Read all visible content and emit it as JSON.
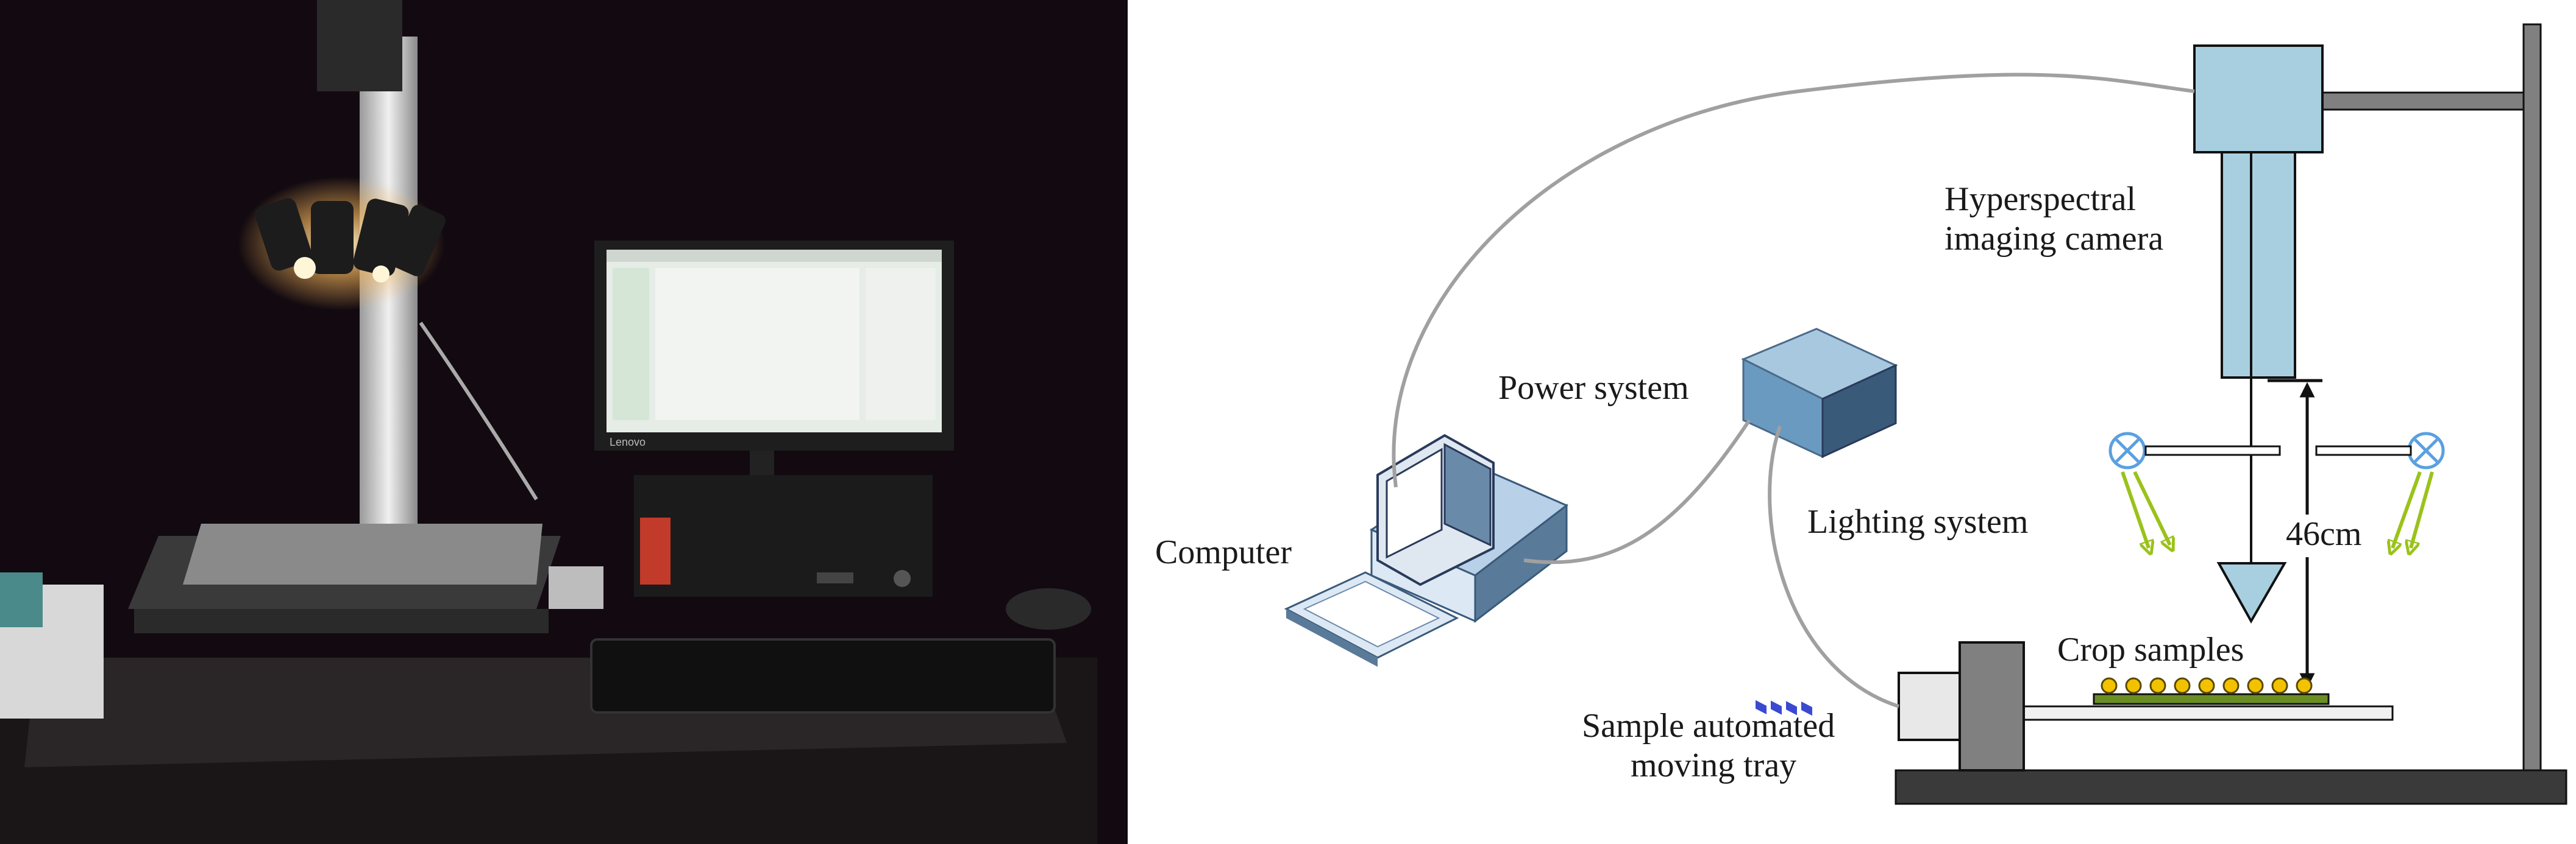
{
  "photo": {
    "description_icon": "hyperspectral-lab-photo",
    "brand_text": "Lenovo"
  },
  "diagram": {
    "labels": {
      "camera_line1": "Hyperspectral",
      "camera_line2": "imaging camera",
      "power": "Power system",
      "computer": "Computer",
      "lighting": "Lighting system",
      "distance": "46cm",
      "crop": "Crop samples",
      "tray_line1": "Sample automated",
      "tray_line2": "moving tray"
    },
    "colors": {
      "camera": "#a8cfe0",
      "frame": "#808080",
      "base": "#3a3a3a",
      "sample_dot": "#f2c200",
      "sample_plate": "#6b8e23",
      "light_arrow": "#9bc21a",
      "lamp": "#5aa0e0",
      "cable": "#a0a0a0"
    }
  }
}
